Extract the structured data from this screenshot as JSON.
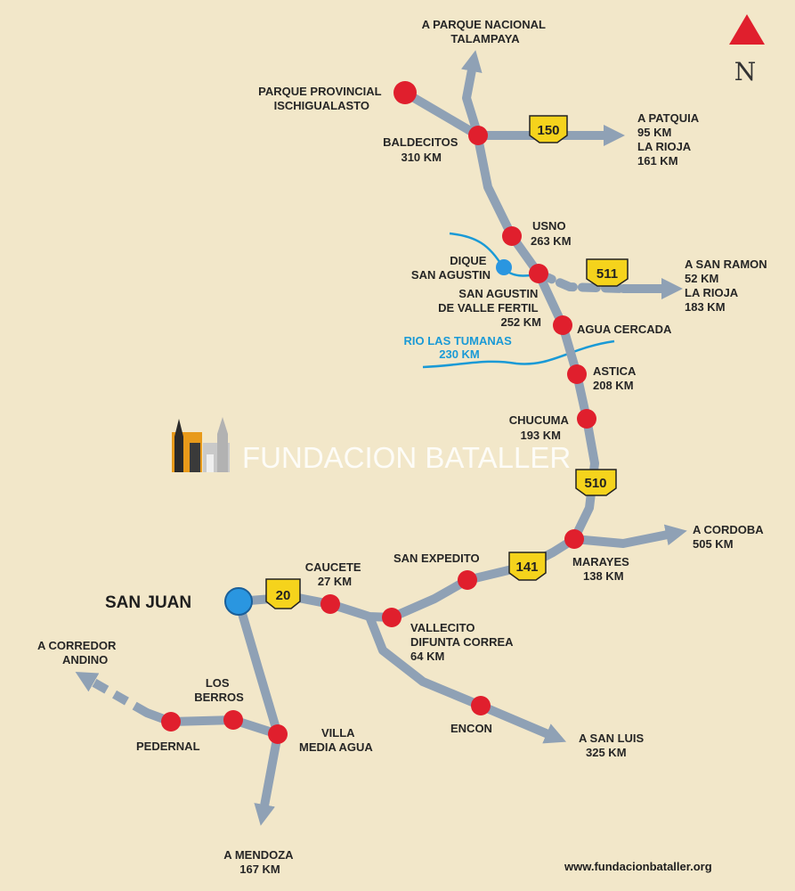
{
  "map": {
    "colors": {
      "background": "#f2e7c9",
      "road": "#8fa1b5",
      "town": "#e01f2d",
      "capital": "#2a96e0",
      "water": "#1a9ad6",
      "shield": "#f5d31c"
    },
    "north": {
      "label": "N"
    },
    "cities": {
      "san_juan": "SAN JUAN",
      "caucete": [
        "CAUCETE",
        "27 KM"
      ],
      "vallecito": [
        "VALLECITO",
        "DIFUNTA CORREA",
        "64 KM"
      ],
      "san_expedito": [
        "SAN EXPEDITO"
      ],
      "marayes": [
        "MARAYES",
        "138 KM"
      ],
      "encon": [
        "ENCON"
      ],
      "chucuma": [
        "CHUCUMA",
        "193 KM"
      ],
      "astica": [
        "ASTICA",
        "208 KM"
      ],
      "agua_cercada": [
        "AGUA CERCADA"
      ],
      "san_agustin": [
        "SAN AGUSTIN",
        "DE VALLE FERTIL",
        "252 KM"
      ],
      "dique": [
        "DIQUE",
        "SAN AGUSTIN"
      ],
      "usno": [
        "USNO",
        "263 KM"
      ],
      "baldecitos": [
        "BALDECITOS",
        "310 KM"
      ],
      "ischigualasto": [
        "PARQUE PROVINCIAL",
        "ISCHIGUALASTO"
      ],
      "los_berros": [
        "LOS",
        "BERROS"
      ],
      "pedernal": [
        "PEDERNAL"
      ],
      "media_agua": [
        "VILLA",
        "MEDIA AGUA"
      ]
    },
    "destinations": {
      "talampaya": [
        "A PARQUE NACIONAL",
        "TALAMPAYA"
      ],
      "patquia": [
        "A PATQUIA",
        "95 KM",
        "LA RIOJA",
        "161 KM"
      ],
      "san_ramon": [
        "A SAN RAMON",
        "52 KM",
        "LA RIOJA",
        "183 KM"
      ],
      "cordoba": [
        "A CORDOBA",
        "505 KM"
      ],
      "san_luis": [
        "A SAN LUIS",
        "325 KM"
      ],
      "corredor": [
        "A CORREDOR",
        "ANDINO"
      ],
      "mendoza": [
        "A MENDOZA",
        "167 KM"
      ]
    },
    "river": [
      "RIO LAS TUMANAS",
      "230 KM"
    ],
    "routes": {
      "r150": "150",
      "r511": "511",
      "r510": "510",
      "r141": "141",
      "r20": "20"
    },
    "watermark": "FUNDACION BATALLER",
    "website": "www.fundacionbataller.org"
  }
}
